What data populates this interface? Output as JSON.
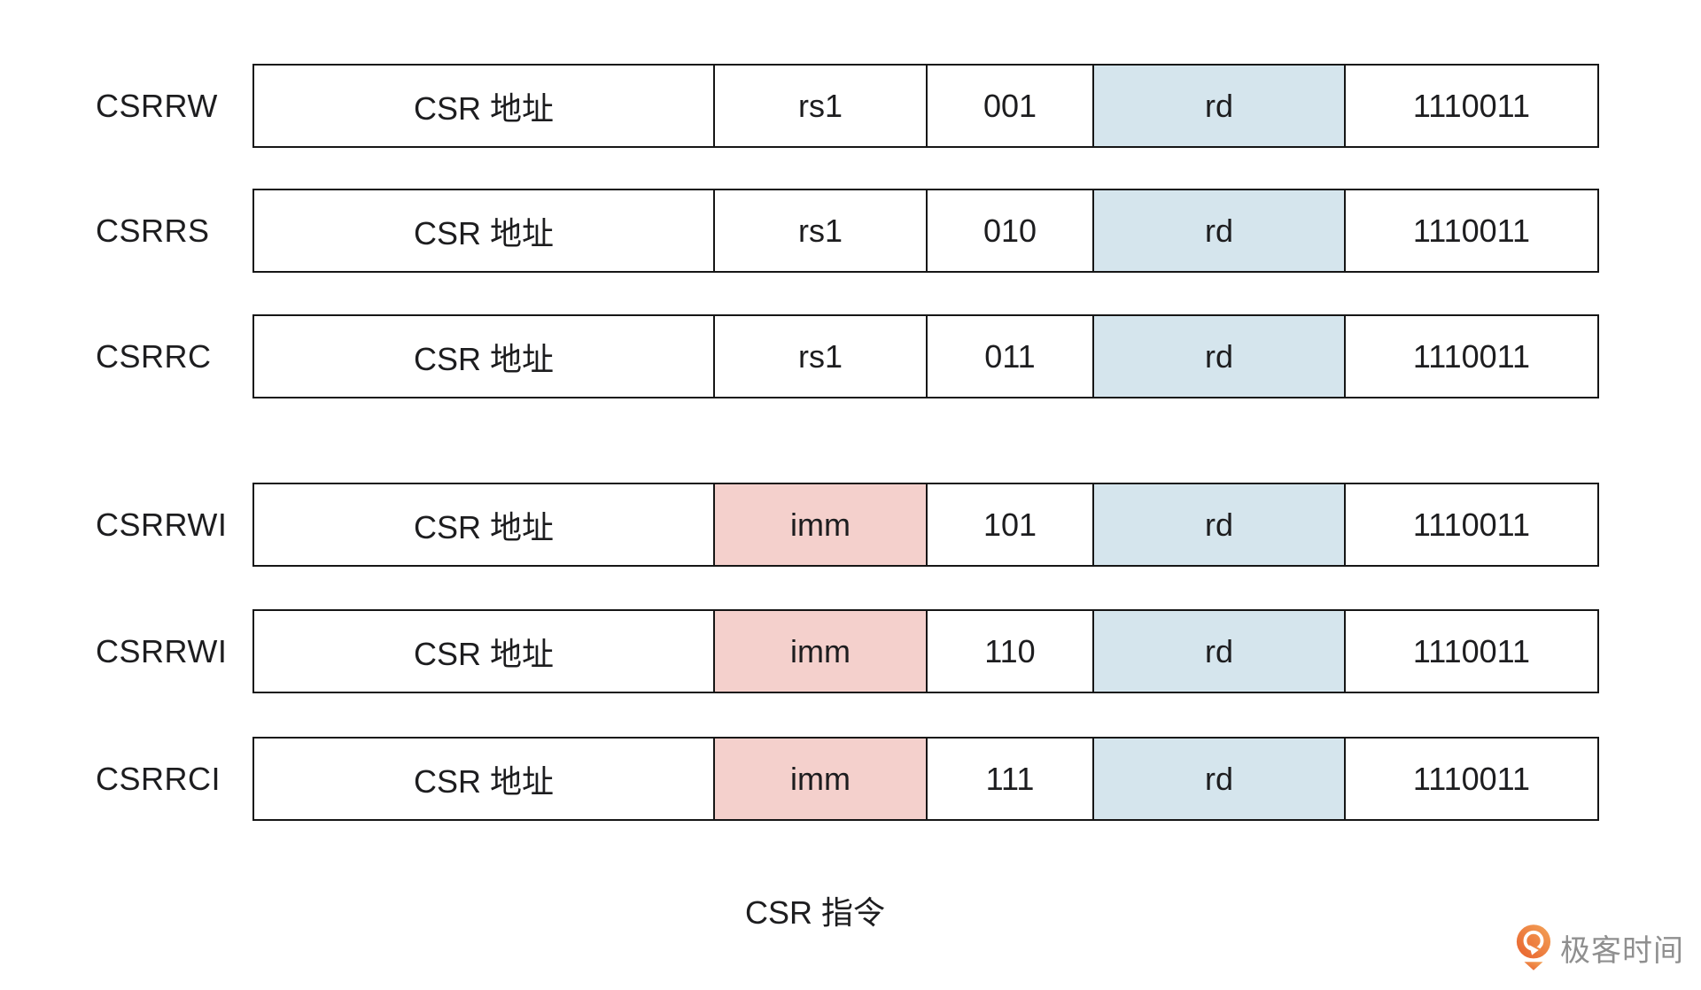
{
  "diagram": {
    "rows": [
      {
        "label": "CSRRW",
        "cells": [
          {
            "text": "CSR 地址",
            "bg": "plain"
          },
          {
            "text": "rs1",
            "bg": "plain"
          },
          {
            "text": "001",
            "bg": "plain"
          },
          {
            "text": "rd",
            "bg": "blue"
          },
          {
            "text": "1110011",
            "bg": "plain"
          }
        ]
      },
      {
        "label": "CSRRS",
        "cells": [
          {
            "text": "CSR 地址",
            "bg": "plain"
          },
          {
            "text": "rs1",
            "bg": "plain"
          },
          {
            "text": "010",
            "bg": "plain"
          },
          {
            "text": "rd",
            "bg": "blue"
          },
          {
            "text": "1110011",
            "bg": "plain"
          }
        ]
      },
      {
        "label": "CSRRC",
        "cells": [
          {
            "text": "CSR 地址",
            "bg": "plain"
          },
          {
            "text": "rs1",
            "bg": "plain"
          },
          {
            "text": "011",
            "bg": "plain"
          },
          {
            "text": "rd",
            "bg": "blue"
          },
          {
            "text": "1110011",
            "bg": "plain"
          }
        ]
      },
      {
        "label": "CSRRWI",
        "cells": [
          {
            "text": "CSR 地址",
            "bg": "plain"
          },
          {
            "text": "imm",
            "bg": "pink"
          },
          {
            "text": "101",
            "bg": "plain"
          },
          {
            "text": "rd",
            "bg": "blue"
          },
          {
            "text": "1110011",
            "bg": "plain"
          }
        ]
      },
      {
        "label": "CSRRWI",
        "cells": [
          {
            "text": "CSR 地址",
            "bg": "plain"
          },
          {
            "text": "imm",
            "bg": "pink"
          },
          {
            "text": "110",
            "bg": "plain"
          },
          {
            "text": "rd",
            "bg": "blue"
          },
          {
            "text": "1110011",
            "bg": "plain"
          }
        ]
      },
      {
        "label": "CSRRCI",
        "cells": [
          {
            "text": "CSR 地址",
            "bg": "plain"
          },
          {
            "text": "imm",
            "bg": "pink"
          },
          {
            "text": "111",
            "bg": "plain"
          },
          {
            "text": "rd",
            "bg": "blue"
          },
          {
            "text": "1110011",
            "bg": "plain"
          }
        ]
      }
    ],
    "caption": "CSR 指令",
    "colors": {
      "rd_bg": "#d5e5ed",
      "imm_bg": "#f4d0cc",
      "border": "#161616",
      "watermark_gray": "#8f8f8f",
      "logo_orange_dark": "#e8602c",
      "logo_orange_light": "#f3a358"
    },
    "watermark": {
      "text": "极客时间",
      "icon": "geektime-pin-icon"
    }
  }
}
